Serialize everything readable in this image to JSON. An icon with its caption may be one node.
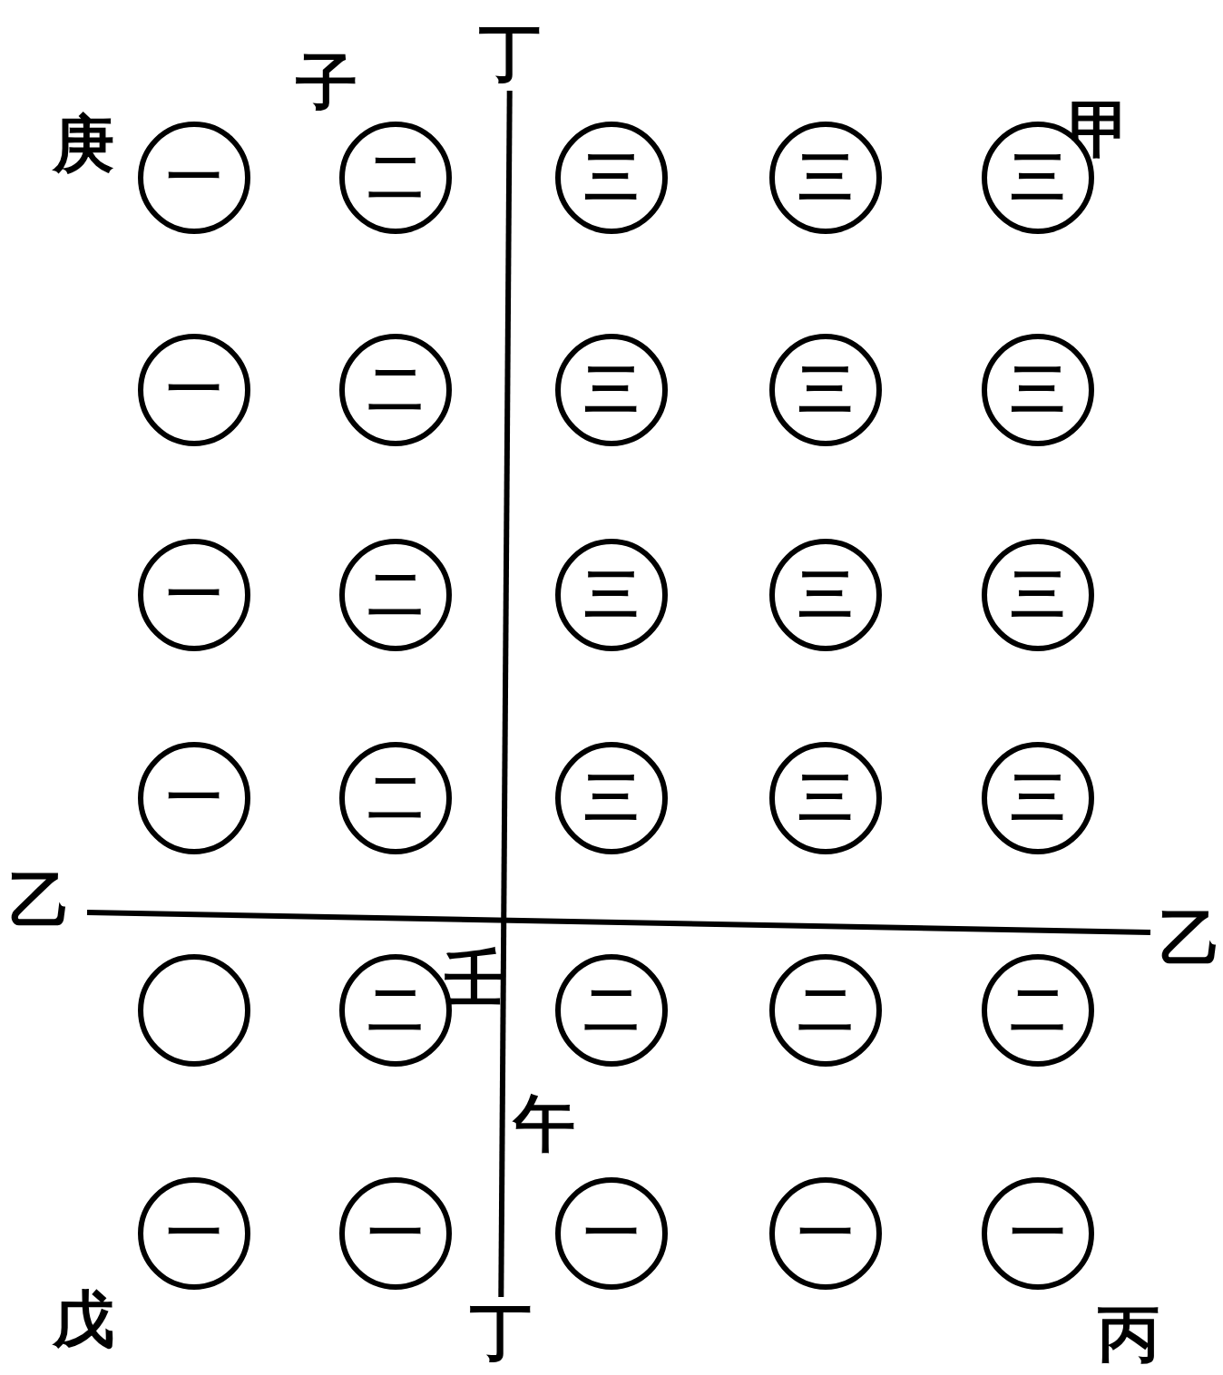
{
  "diagram": {
    "nodes": [
      {
        "text": [
          "丁"
        ]
      },
      {
        "text": [
          "丁"
        ]
      },
      {
        "text": [
          "乙"
        ]
      },
      {
        "text": [
          "乙"
        ]
      },
      {
        "text": [
          "一"
        ]
      },
      {
        "text": [
          "二"
        ]
      },
      {
        "text": [
          "三"
        ]
      },
      {
        "text": [
          "三"
        ]
      },
      {
        "text": [
          "三"
        ]
      },
      {
        "text": [
          "一"
        ]
      },
      {
        "text": [
          "二"
        ]
      },
      {
        "text": [
          "三"
        ]
      },
      {
        "text": [
          "三"
        ]
      },
      {
        "text": [
          "三"
        ]
      },
      {
        "text": [
          "一"
        ]
      },
      {
        "text": [
          "二"
        ]
      },
      {
        "text": [
          "三"
        ]
      },
      {
        "text": [
          "三"
        ]
      },
      {
        "text": [
          "三"
        ]
      },
      {
        "text": [
          "一"
        ]
      },
      {
        "text": [
          "二"
        ]
      },
      {
        "text": [
          "三"
        ]
      },
      {
        "text": [
          "三"
        ]
      },
      {
        "text": [
          "三"
        ]
      },
      {
        "text": [],
        "shape": "circle"
      },
      {
        "text": [
          "二"
        ]
      },
      {
        "text": [
          "二"
        ]
      },
      {
        "text": [
          "二"
        ]
      },
      {
        "text": [
          "二"
        ]
      },
      {
        "text": [
          "一"
        ]
      },
      {
        "text": [
          "一"
        ]
      },
      {
        "text": [
          "一"
        ]
      },
      {
        "text": [
          "一"
        ]
      },
      {
        "text": [
          "一"
        ]
      }
    ],
    "edges": [
      {
        "from": 0,
        "to": 1,
        "arrow": "none"
      },
      {
        "from": 2,
        "to": 3,
        "arrow": "none"
      }
    ],
    "labels": [
      "庚",
      "子",
      "甲",
      "壬",
      "午",
      "戊",
      "丙"
    ]
  }
}
